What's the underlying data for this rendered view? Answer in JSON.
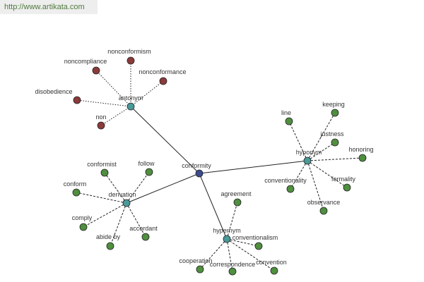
{
  "header": {
    "watermark": "http://www.artikata.com"
  },
  "diagram": {
    "center": {
      "label": "conformity",
      "color": "#3c4a8e"
    },
    "hubs": {
      "antonym": {
        "label": "antonym",
        "color": "#4a9a9a"
      },
      "hyponym": {
        "label": "hyponym",
        "color": "#4a9a9a"
      },
      "derivation": {
        "label": "derivation",
        "color": "#4a9a9a"
      },
      "hypernym": {
        "label": "hypernym",
        "color": "#4a9a9a"
      }
    },
    "antonym_leaves": [
      "nonconformism",
      "noncompliance",
      "nonconformance",
      "disobedience",
      "non"
    ],
    "hyponym_leaves": [
      "line",
      "keeping",
      "justness",
      "honoring",
      "conventionality",
      "formality",
      "observance"
    ],
    "derivation_leaves": [
      "conformist",
      "follow",
      "conform",
      "comply",
      "abide by",
      "accordant"
    ],
    "hypernym_leaves": [
      "agreement",
      "conventionalism",
      "cooperation",
      "convention",
      "correspondence"
    ],
    "colors": {
      "antonym_leaf": "#8b3a3a",
      "other_leaf": "#4f8f3f"
    }
  }
}
